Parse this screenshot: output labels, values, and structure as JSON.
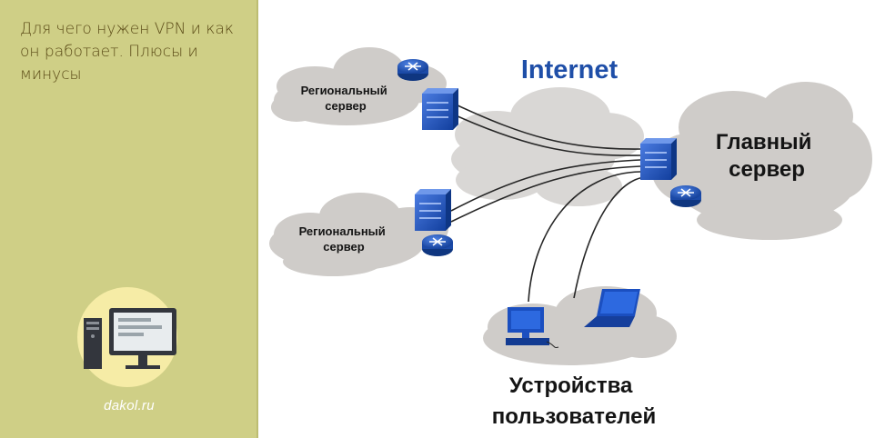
{
  "sidebar": {
    "title": "Для чего нужен VPN и как он работает. Плюсы и минусы",
    "site": "dakol.ru"
  },
  "diagram": {
    "internet_label": "Internet",
    "regional_server_top": [
      "Региональный",
      "сервер"
    ],
    "regional_server_bottom": [
      "Региональный",
      "сервер"
    ],
    "main_server": [
      "Главный",
      "сервер"
    ],
    "user_devices": [
      "Устройства",
      "пользователей"
    ]
  },
  "colors": {
    "sidebar_bg": "#cfcf86",
    "title_text": "#5a4a16",
    "internet_blue": "#1f4fa8",
    "device_blue": "#1b4fc0",
    "cloud_grey": "#cfccc9"
  },
  "icons": [
    "computer-logo-icon",
    "router-icon",
    "switch-icon",
    "desktop-pc-icon",
    "laptop-icon"
  ]
}
